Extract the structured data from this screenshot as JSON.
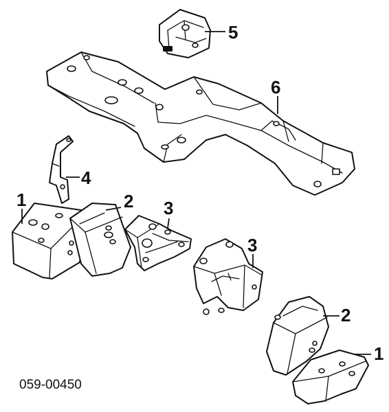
{
  "callouts": {
    "part1_upper": "1",
    "part2_upper": "2",
    "part3_upper": "3",
    "part3_lower": "3",
    "part4": "4",
    "part5": "5",
    "part6": "6",
    "part2_lower": "2",
    "part1_lower": "1"
  },
  "diagram_code": "059-00450"
}
